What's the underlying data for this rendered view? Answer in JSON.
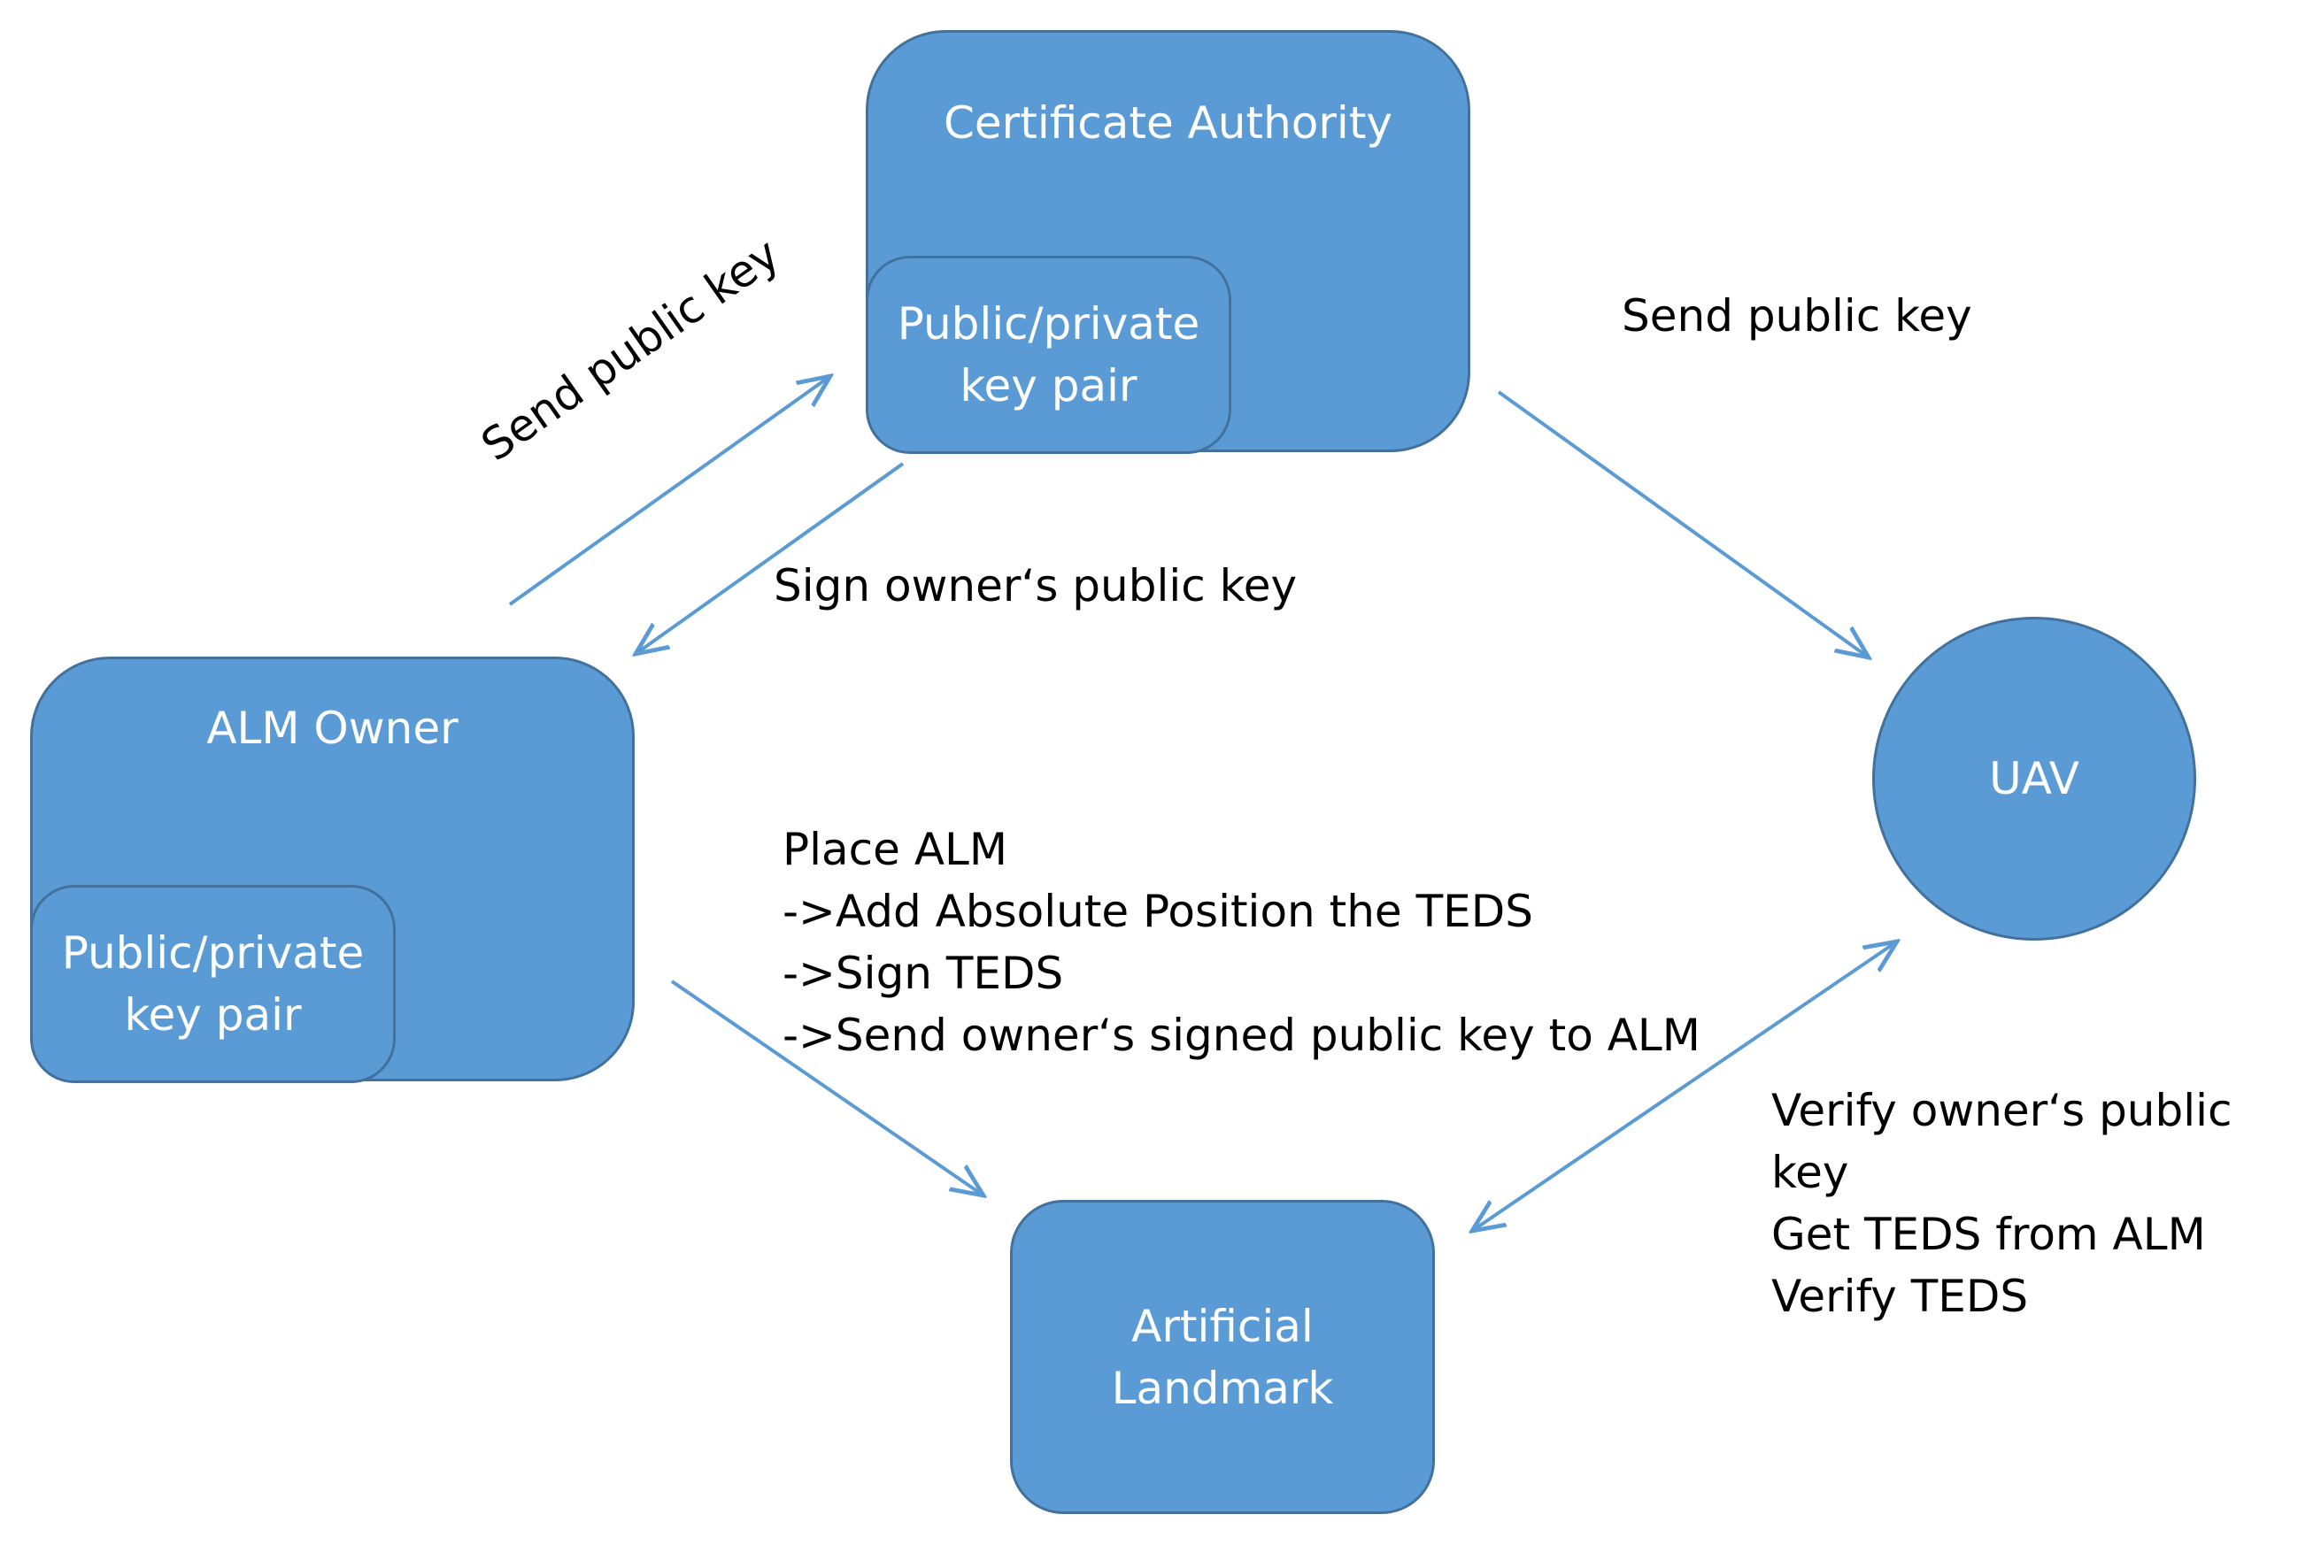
{
  "diagram": {
    "nodes": {
      "ca": {
        "title": "Certificate Authority",
        "keys": "Public/private\nkey pair"
      },
      "owner": {
        "title": "ALM Owner",
        "keys": "Public/private\nkey pair"
      },
      "uav": {
        "title": "UAV"
      },
      "alm": {
        "title": "Artificial\nLandmark"
      }
    },
    "edges": {
      "owner_to_ca": {
        "label": "Send public key"
      },
      "ca_to_owner": {
        "label": "Sign owner‘s public key"
      },
      "ca_to_uav": {
        "label": "Send public key"
      },
      "owner_to_alm": {
        "label": "Place ALM\n->Add Absolute Position the TEDS\n->Sign TEDS\n->Send owner‘s signed public key to ALM"
      },
      "uav_alm": {
        "label": "Verify owner‘s public key\nGet TEDS from ALM\nVerify TEDS"
      }
    },
    "colors": {
      "node_fill": "#5b9bd5",
      "node_border": "#41719c",
      "arrow": "#5b9bd5",
      "label_text": "#000000"
    }
  }
}
